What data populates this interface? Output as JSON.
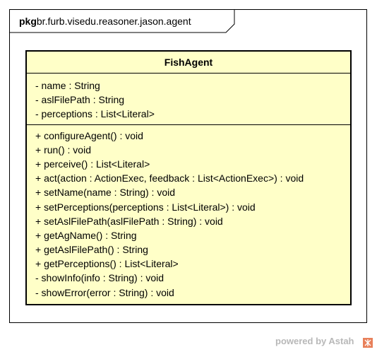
{
  "package": {
    "keyword": "pkg",
    "name": "br.furb.visedu.reasoner.jason.agent"
  },
  "class": {
    "name": "FishAgent",
    "attributes": [
      "- name : String",
      "- aslFilePath : String",
      "- perceptions : List<Literal>"
    ],
    "operations": [
      "+ configureAgent() : void",
      "+ run() : void",
      "+ perceive() : List<Literal>",
      "+ act(action : ActionExec, feedback : List<ActionExec>) : void",
      "+ setName(name : String) : void",
      "+ setPerceptions(perceptions : List<Literal>) : void",
      "+ setAslFilePath(aslFilePath : String) : void",
      "+ getAgName() : String",
      "+ getAslFilePath() : String",
      "+ getPerceptions() : List<Literal>",
      "- showInfo(info : String) : void",
      "- showError(error : String) : void"
    ]
  },
  "footer": {
    "text": "powered by Astah"
  },
  "colors": {
    "class_fill": "#ffffc8",
    "border": "#000000",
    "footer_text": "#b8b8b8",
    "logo": "#e8805a"
  },
  "icons": {
    "footer_logo": "astah-logo-icon"
  }
}
